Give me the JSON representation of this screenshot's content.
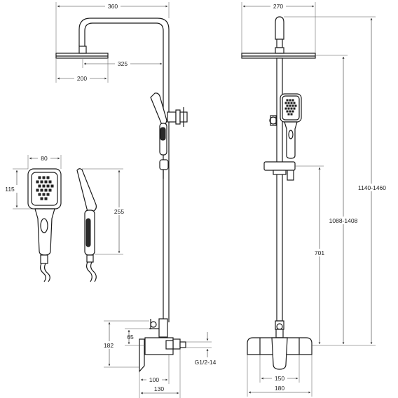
{
  "dimensions": {
    "d360": "360",
    "d325": "325",
    "d200": "200",
    "d270": "270",
    "d80": "80",
    "d115": "115",
    "d255": "255",
    "d1140_1460": "1140-1460",
    "d1088_1408": "1088-1408",
    "d701": "701",
    "d182": "182",
    "d65": "65",
    "d100": "100",
    "d130": "130",
    "thread": "G1/2-14",
    "d150": "150",
    "d180": "180"
  }
}
